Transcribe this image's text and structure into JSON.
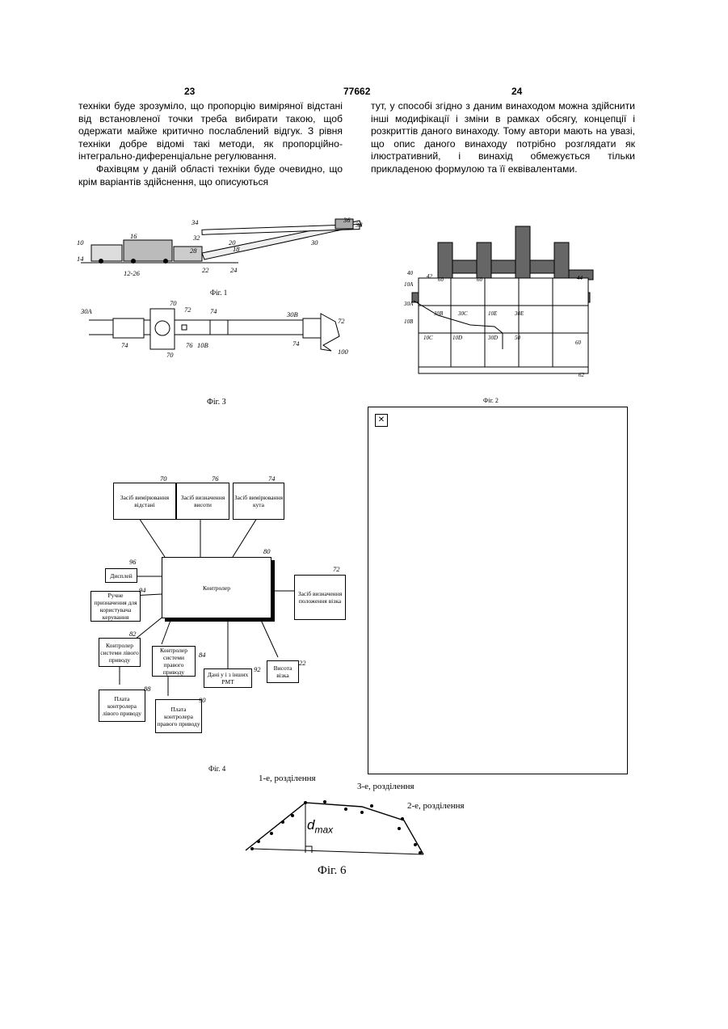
{
  "header": {
    "left_page": "23",
    "patent_number": "77662",
    "right_page": "24"
  },
  "left_column": [
    "техніки буде зрозуміло, що пропорцію виміряної відстані від встановленої точки треба вибирати такою, щоб одержати майже критично послаблений відгук. З рівня техніки добре відомі такі методи, як пропорційно-інтегрально-диференціальне регулювання.",
    "Фахівцям у даній області техніки буде очевидно, що крім варіантів здійснення, що описуються"
  ],
  "right_column": [
    "тут, у способі згідно з даним винаходом можна здійснити інші модифікації і зміни в рамках обсягу, концепції і розкриттів даного винаходу. Тому автори мають на увазі, що опис даного винаходу потрібно розглядати як ілюстративний, і винахід обмежується тільки прикладеною формулою та її еквівалентами."
  ],
  "figures": {
    "fig1": {
      "caption": "Фіг. 1",
      "labels": [
        "10",
        "14",
        "16",
        "12-26",
        "28",
        "20",
        "18",
        "22",
        "24",
        "32",
        "34",
        "30",
        "36",
        "38"
      ]
    },
    "fig3": {
      "caption": "Фіг. 3",
      "labels": [
        "30A",
        "70",
        "72",
        "74",
        "30B",
        "72",
        "74",
        "76",
        "10B",
        "70",
        "74",
        "100"
      ]
    },
    "fig2": {
      "caption": "Фіг. 2",
      "labels": [
        "40",
        "42",
        "10A",
        "30A",
        "10B",
        "60",
        "60",
        "44",
        "30B",
        "30C",
        "10E",
        "30E",
        "10C",
        "10D",
        "30D",
        "50",
        "60",
        "62"
      ]
    },
    "fig4": {
      "caption": "Фіг. 4",
      "blocks": {
        "b70": {
          "num": "70",
          "text": "Засіб вимірювання відстані"
        },
        "b76": {
          "num": "76",
          "text": "Засіб визначення висоти"
        },
        "b74": {
          "num": "74",
          "text": "Засіб вимірювання кута"
        },
        "b80": {
          "num": "80",
          "text": "Контролер"
        },
        "b72": {
          "num": "72",
          "text": "Засіб визначення положення візка"
        },
        "b96": {
          "num": "96",
          "text": "Дисплей"
        },
        "b94": {
          "num": "94",
          "text": "Ручне призначення для користувача керування"
        },
        "b82": {
          "num": "82",
          "text": "Контролер системи лівого приводу"
        },
        "b84": {
          "num": "84",
          "text": "Контролер системи правого приводу"
        },
        "b92": {
          "num": "92",
          "text": "Дані у і з інших PMT"
        },
        "b22": {
          "num": "22",
          "text": "Висота візка"
        },
        "b88": {
          "num": "88",
          "text": "Плата контролера лівого приводу"
        },
        "b90": {
          "num": "90",
          "text": "Плата контролера правого приводу"
        }
      }
    },
    "fig6": {
      "caption": "Фіг. 6",
      "label1": "1-е, розділення",
      "label3": "3-е, розділення",
      "label2": "2-е, розділення",
      "dmax_d": "d",
      "dmax_sub": "max"
    }
  }
}
